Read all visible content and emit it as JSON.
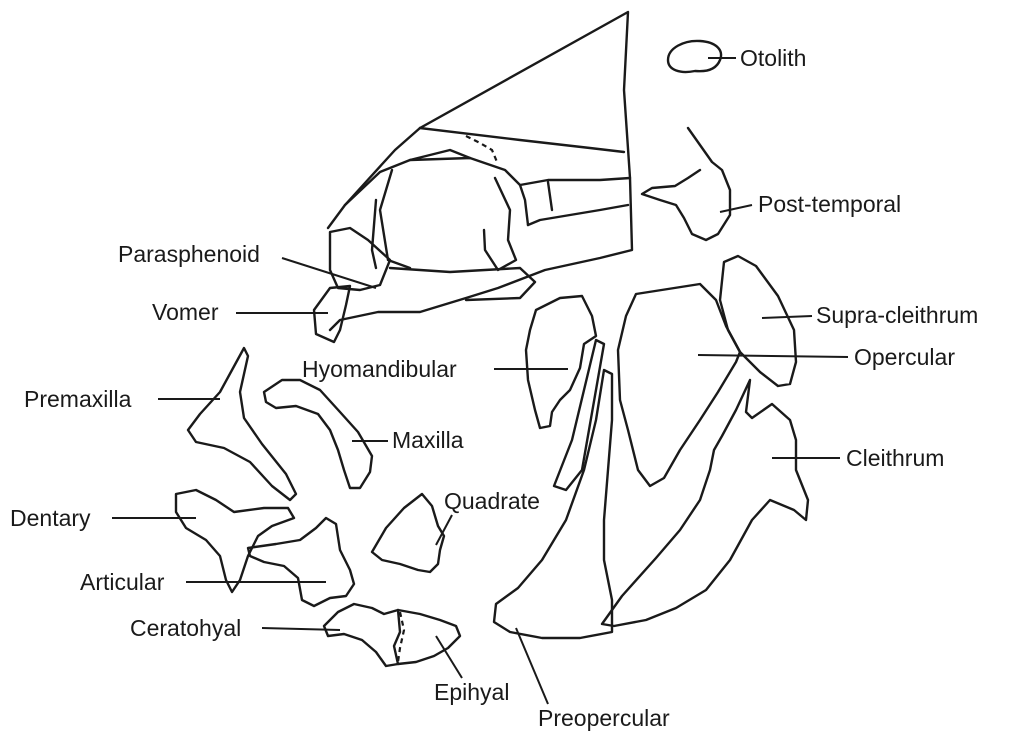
{
  "labels": {
    "otolith": "Otolith",
    "post_temporal": "Post-temporal",
    "parasphenoid": "Parasphenoid",
    "vomer": "Vomer",
    "supra_cleithrum": "Supra-cleithrum",
    "opercular": "Opercular",
    "hyomandibular": "Hyomandibular",
    "premaxilla": "Premaxilla",
    "maxilla": "Maxilla",
    "cleithrum": "Cleithrum",
    "quadrate": "Quadrate",
    "dentary": "Dentary",
    "articular": "Articular",
    "ceratohyal": "Ceratohyal",
    "epihyal": "Epihyal",
    "preopercular": "Preopercular"
  }
}
